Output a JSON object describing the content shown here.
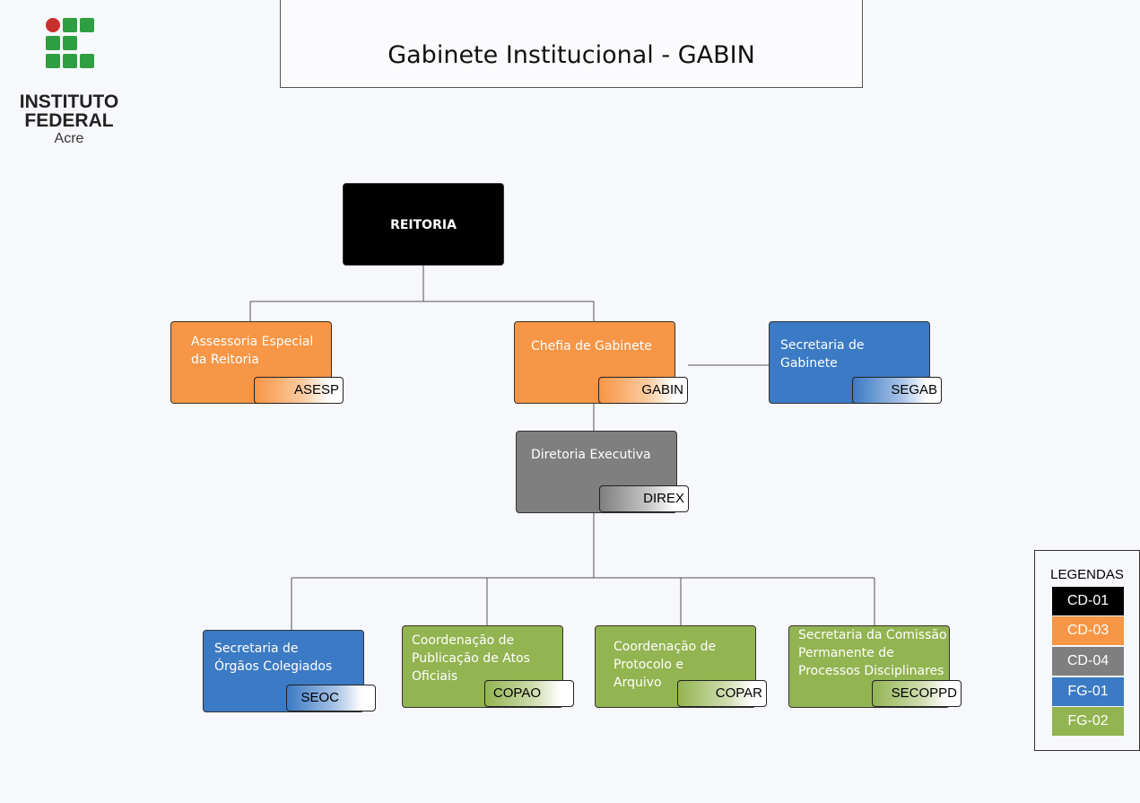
{
  "logo": {
    "line1": "INSTITUTO",
    "line2": "FEDERAL",
    "line3": "Acre"
  },
  "title": "Gabinete Institucional - GABIN",
  "nodes": {
    "reitoria": {
      "label": "REITORIA"
    },
    "asesp": {
      "label": "Assessoria Especial da Reitoria",
      "code": "ASESP"
    },
    "gabin": {
      "label": "Chefia de Gabinete",
      "code": "GABIN"
    },
    "segab": {
      "label": "Secretaria de Gabinete",
      "code": "SEGAB"
    },
    "direx": {
      "label": "Diretoria Executiva",
      "code": "DIREX"
    },
    "seoc": {
      "label": "Secretaria de Órgãos Colegiados",
      "code": "SEOC"
    },
    "copao": {
      "label": "Coordenação de Publicação de Atos Oficiais",
      "code": "COPAO"
    },
    "copar": {
      "label": "Coordenação de Protocolo e Arquivo",
      "code": "COPAR"
    },
    "secoppd": {
      "label": "Secretaria da Comissão Permanente de Processos Disciplinares",
      "code": "SECOPPD"
    }
  },
  "legend": {
    "title": "LEGENDAS",
    "items": [
      {
        "label": "CD-01",
        "color": "#000000"
      },
      {
        "label": "CD-03",
        "color": "#f79646"
      },
      {
        "label": "CD-04",
        "color": "#7f7f7f"
      },
      {
        "label": "FG-01",
        "color": "#3b7ac4"
      },
      {
        "label": "FG-02",
        "color": "#92b451"
      }
    ]
  }
}
